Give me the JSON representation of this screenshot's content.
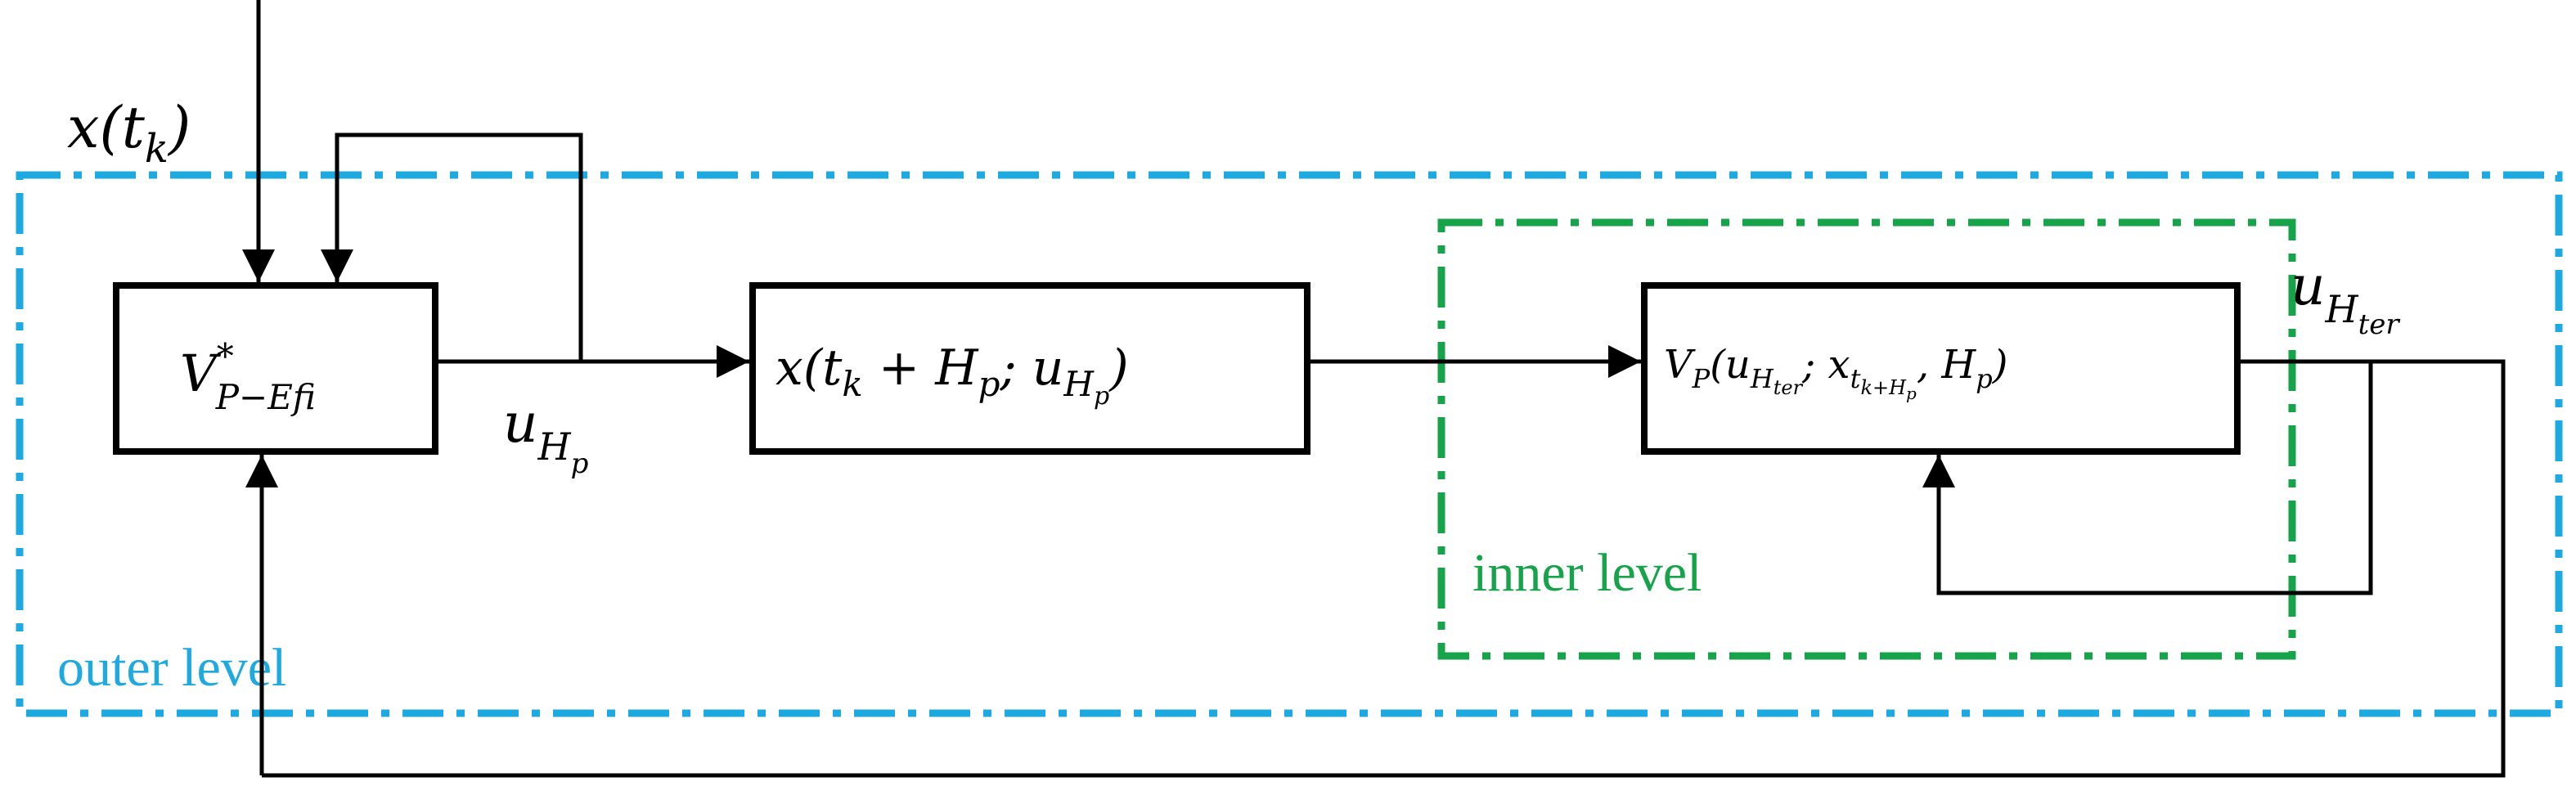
{
  "colors": {
    "outer_level": "#1fa9e1",
    "inner_level": "#16a34a",
    "line": "#000000"
  },
  "labels": {
    "outer_level": "outer level",
    "inner_level": "inner level"
  },
  "inputs": {
    "state": {
      "base": "x(t",
      "sub": "k",
      "close": ")"
    }
  },
  "blocks": {
    "vp_efi": {
      "base": "V",
      "sup": "*",
      "sub": "P−Efi"
    },
    "prediction": {
      "p1": "x(t",
      "p1_sub": "k",
      "p2": " + H",
      "p2_sub": "p",
      "p3": "; u",
      "p3_sub": "H",
      "p3_subsub": "p",
      "p4": ")"
    },
    "vp_inner": {
      "base": "V",
      "base_sub": "P",
      "p1": "(u",
      "p1_sub": "H",
      "p1_subsub": "ter",
      "p2": "; x",
      "p2_sub": "t",
      "p2_subsub": "k+H",
      "p2_subsubsub": "p",
      "p3": ", H",
      "p3_sub": "p",
      "p4": ")"
    }
  },
  "signals": {
    "u_hp": {
      "base": "u",
      "sub": "H",
      "subsub": "p"
    },
    "u_hter": {
      "base": "u",
      "sub": "H",
      "subsub": "ter"
    }
  }
}
